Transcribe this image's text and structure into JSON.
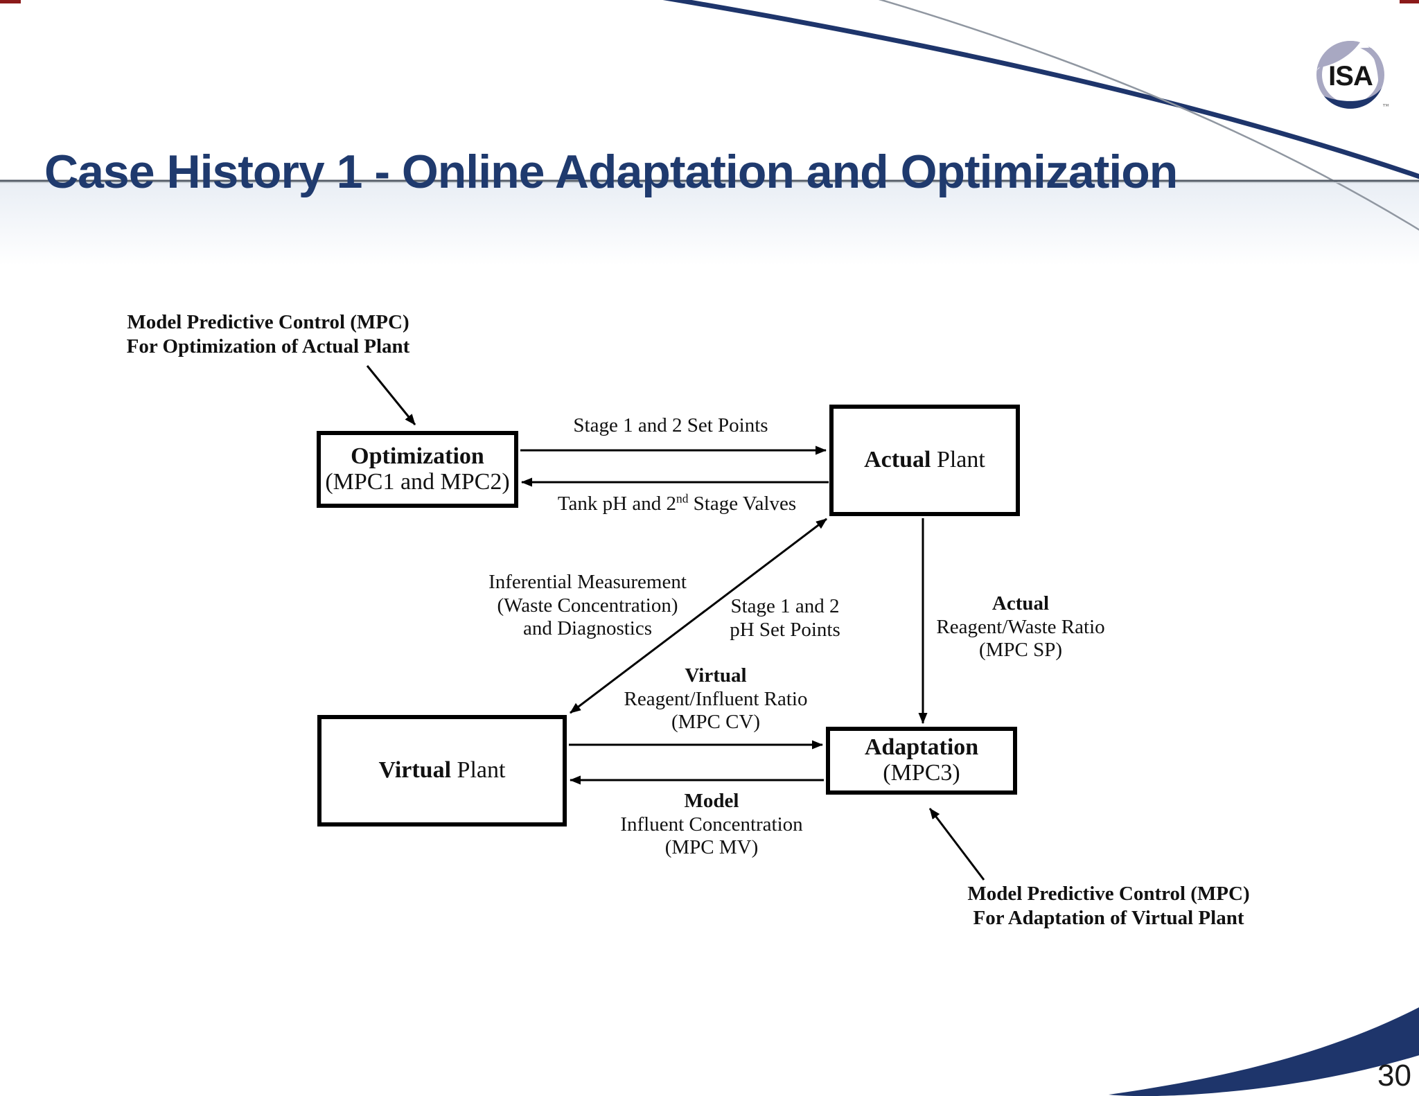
{
  "slide": {
    "title": "Case History 1 - Online Adaptation and Optimization",
    "page_number": "30",
    "logo_text": "ISA",
    "colors": {
      "title_navy": "#1f3a6e",
      "swoosh_navy": "#1e356b",
      "swoosh_gray": "#9097a1",
      "logo_sphere": "#a8a8c2",
      "corner_mark_red": "#8b1a1a"
    }
  },
  "diagram": {
    "boxes": {
      "optimization": {
        "line1": "Optimization",
        "line2": "(MPC1 and MPC2)"
      },
      "actual_plant": {
        "bold": "Actual",
        "regular": "Plant"
      },
      "virtual_plant": {
        "bold": "Virtual",
        "regular": "Plant"
      },
      "adaptation": {
        "line1": "Adaptation",
        "line2": "(MPC3)"
      }
    },
    "labels": {
      "stage_set_points": "Stage 1 and 2 Set Points",
      "tank_ph": {
        "pre": "Tank pH and 2",
        "sup": "nd",
        "post": " Stage Valves"
      },
      "inferential_lines": [
        "Inferential Measurement",
        "(Waste Concentration)",
        "and Diagnostics"
      ],
      "stage_ph_lines": [
        "Stage 1 and 2",
        "pH Set Points"
      ],
      "actual_ratio_bold": "Actual",
      "actual_ratio_lines": [
        "Reagent/Waste Ratio",
        "(MPC SP)"
      ],
      "virtual_ratio_bold": "Virtual",
      "virtual_ratio_lines": [
        "Reagent/Influent Ratio",
        "(MPC CV)"
      ],
      "model_bold": "Model",
      "model_lines": [
        "Influent Concentration",
        "(MPC MV)"
      ],
      "annotation_top_lines": [
        "Model Predictive Control (MPC)",
        "For Optimization of Actual Plant"
      ],
      "annotation_bottom_lines": [
        "Model Predictive Control (MPC)",
        "For Adaptation of Virtual Plant"
      ]
    }
  }
}
